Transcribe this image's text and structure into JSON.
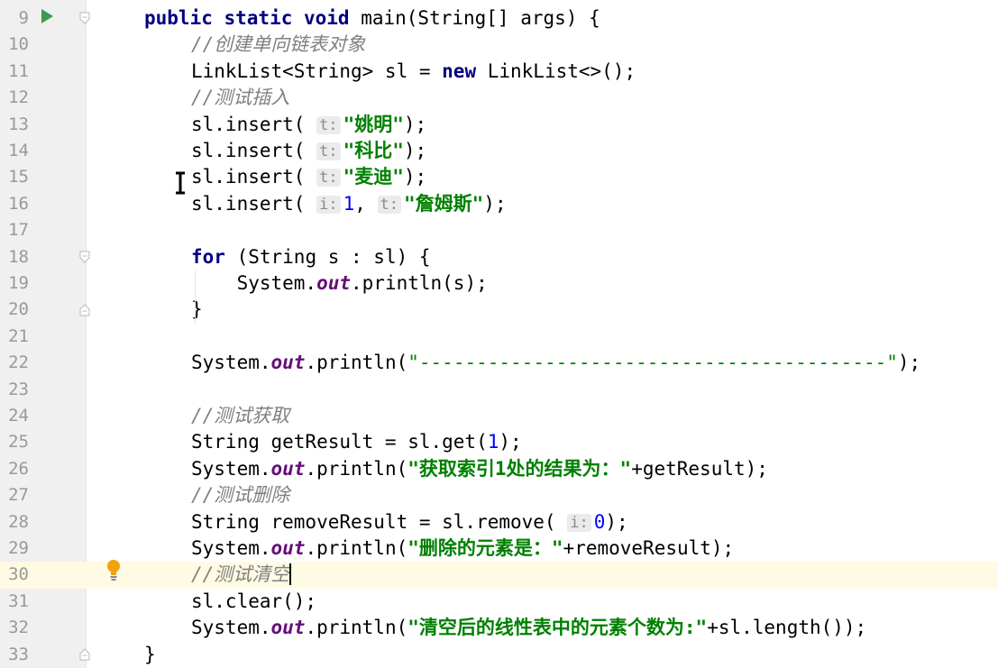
{
  "editor": {
    "current_line": "30",
    "lines": [
      {
        "num": "9",
        "code": {
          "t1": "public static void ",
          "t2": "main(String[] args) {"
        }
      },
      {
        "num": "10",
        "code": {
          "comment": "//创建单向链表对象"
        }
      },
      {
        "num": "11",
        "code": {
          "t1": "LinkList<String> sl = ",
          "kw": "new",
          "t2": " LinkList<>();"
        }
      },
      {
        "num": "12",
        "code": {
          "comment": "//测试插入"
        }
      },
      {
        "num": "13",
        "code": {
          "t1": "sl.insert( ",
          "hint": "t:",
          "str": "\"姚明\"",
          "t2": ");"
        }
      },
      {
        "num": "14",
        "code": {
          "t1": "sl.insert( ",
          "hint": "t:",
          "str": "\"科比\"",
          "t2": ");"
        }
      },
      {
        "num": "15",
        "code": {
          "t1": "sl.insert( ",
          "hint": "t:",
          "str": "\"麦迪\"",
          "t2": ");"
        }
      },
      {
        "num": "16",
        "code": {
          "t1": "sl.insert( ",
          "hint1": "i:",
          "num1": "1",
          "t_mid": ", ",
          "hint": "t:",
          "str": "\"詹姆斯\"",
          "t2": ");"
        }
      },
      {
        "num": "17",
        "code": {}
      },
      {
        "num": "18",
        "code": {
          "kw": "for",
          "t1": " (String s : sl) {"
        }
      },
      {
        "num": "19",
        "code": {
          "t1": "    System.",
          "fld": "out",
          "t2": ".println(s);"
        }
      },
      {
        "num": "20",
        "code": {
          "t1": "}"
        }
      },
      {
        "num": "21",
        "code": {}
      },
      {
        "num": "22",
        "code": {
          "t1": "System.",
          "fld": "out",
          "t2": ".println(",
          "str": "\"-----------------------------------------\"",
          "t3": ");"
        }
      },
      {
        "num": "23",
        "code": {}
      },
      {
        "num": "24",
        "code": {
          "comment": "//测试获取"
        }
      },
      {
        "num": "25",
        "code": {
          "t1": "String getResult = sl.get(",
          "num1": "1",
          "t2": ");"
        }
      },
      {
        "num": "26",
        "code": {
          "t1": "System.",
          "fld": "out",
          "t2": ".println(",
          "str": "\"获取索引1处的结果为：\"",
          "t3": "+getResult);"
        }
      },
      {
        "num": "27",
        "code": {
          "comment": "//测试删除"
        }
      },
      {
        "num": "28",
        "code": {
          "t1": "String removeResult = sl.remove( ",
          "hint1": "i:",
          "num1": "0",
          "t2": ");"
        }
      },
      {
        "num": "29",
        "code": {
          "t1": "System.",
          "fld": "out",
          "t2": ".println(",
          "str": "\"删除的元素是：\"",
          "t3": "+removeResult);"
        }
      },
      {
        "num": "30",
        "code": {
          "comment": "//测试清空"
        }
      },
      {
        "num": "31",
        "code": {
          "t1": "sl.clear();"
        }
      },
      {
        "num": "32",
        "code": {
          "t1": "System.",
          "fld": "out",
          "t2": ".println(",
          "str": "\"清空后的线性表中的元素个数为:\"",
          "t3": "+sl.length());"
        }
      },
      {
        "num": "33",
        "code": {
          "t1": "}"
        }
      }
    ]
  },
  "colors": {
    "keyword": "#000080",
    "string": "#008000",
    "comment": "#808080",
    "number": "#0000ff",
    "static_field": "#660e7a",
    "gutter": "#f0f0f0",
    "current_line": "#fffae3",
    "run_icon": "#3c9a50",
    "bulb": "#f0a30a"
  },
  "icons": [
    "run-gutter-icon",
    "fold-icon",
    "lightbulb-icon",
    "text-cursor-icon"
  ]
}
